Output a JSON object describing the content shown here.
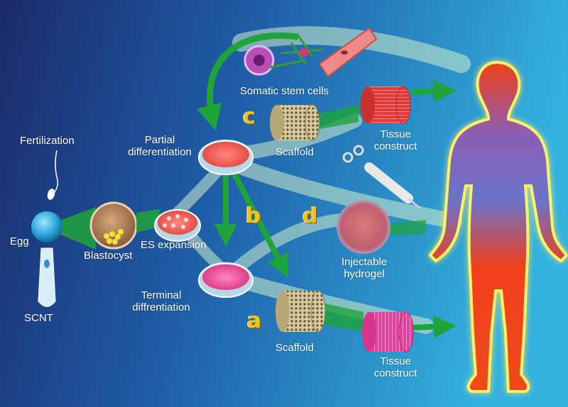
{
  "labels": {
    "fertilization": "Fertilization",
    "egg": "Egg",
    "scnt": "SCNT",
    "blastocyst": "Blastocyst",
    "es_expansion": "ES expansion",
    "partial_differentiation": "Partial\ndifferentiation",
    "terminal_differentiation": "Terminal\ndiffrentiation",
    "somatic_stem_cells": "Somatic stem cells",
    "scaffold_top": "Scaffold",
    "scaffold_bottom": "Scaffold",
    "tissue_construct_top": "Tissue\nconstruct",
    "tissue_construct_bottom": "Tissue\nconstruct",
    "injectable_hydrogel": "Injectable\nhydrogel"
  },
  "route_letters": {
    "a": "a",
    "b": "b",
    "c": "c",
    "d": "d"
  },
  "colors": {
    "background_dark": "#1b2a6b",
    "background_light": "#2fa3d6",
    "arrow_green": "#1fa43a",
    "arrow_glow": "#c9f2c6",
    "letter_gold": "#f2c21c",
    "body_red": "#f0401c",
    "body_blue": "#6a73c8"
  }
}
